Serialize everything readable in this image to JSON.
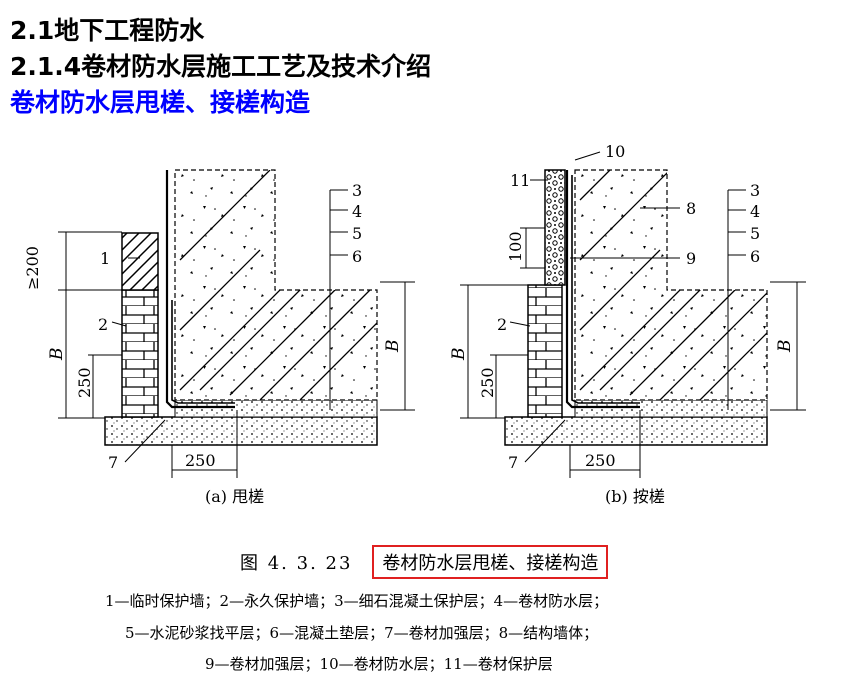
{
  "headings": {
    "h1": "2.1地下工程防水",
    "h2": "2.1.4卷材防水层施工工艺及技术介绍",
    "h3": "卷材防水层甩槎、接槎构造"
  },
  "figure": {
    "left_caption": "(a) 甩槎",
    "right_caption": "(b) 按槎",
    "number": "图 4. 3. 23",
    "title": "卷材防水层甩槎、接槎构造",
    "dims": {
      "ge200": "≥200",
      "B": "B",
      "d250": "250",
      "d100": "100"
    },
    "labels_left": {
      "l1": "1",
      "l2": "2",
      "l3": "3",
      "l4": "4",
      "l5": "5",
      "l6": "6",
      "l7": "7"
    },
    "labels_right": {
      "l2": "2",
      "l3": "3",
      "l4": "4",
      "l5": "5",
      "l6": "6",
      "l7": "7",
      "l8": "8",
      "l9": "9",
      "l10": "10",
      "l11": "11"
    },
    "legend": [
      "1—临时保护墙；2—永久保护墙；3—细石混凝土保护层；4—卷材防水层；",
      "5—水泥砂浆找平层；6—混凝土垫层；7—卷材加强层；8—结构墙体；",
      "9—卷材加强层；10—卷材防水层；11—卷材保护层"
    ]
  }
}
